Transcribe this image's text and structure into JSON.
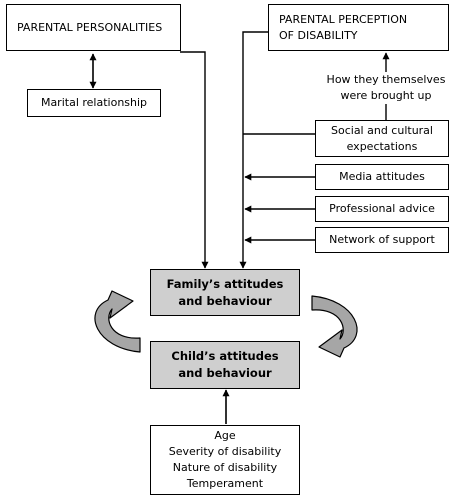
{
  "boxes": {
    "parental_personalities": "PARENTAL PERSONALITIES",
    "marital_relationship": "Marital relationship",
    "parental_perception": "PARENTAL PERCEPTION\nOF DISABILITY",
    "brought_up": "How they themselves\nwere brought up",
    "social_cultural": "Social and cultural\nexpectations",
    "media_attitudes": "Media attitudes",
    "professional_advice": "Professional advice",
    "network_support": "Network of support",
    "family_attitudes": "Family’s attitudes\nand behaviour",
    "child_attitudes": "Child’s attitudes\nand behaviour",
    "child_factors": "Age\nSeverity of disability\nNature of disability\nTemperament"
  },
  "colors": {
    "line": "#000000",
    "cycle_arrow_fill": "#a6a6a6",
    "shaded_box": "#cfcfcf"
  }
}
